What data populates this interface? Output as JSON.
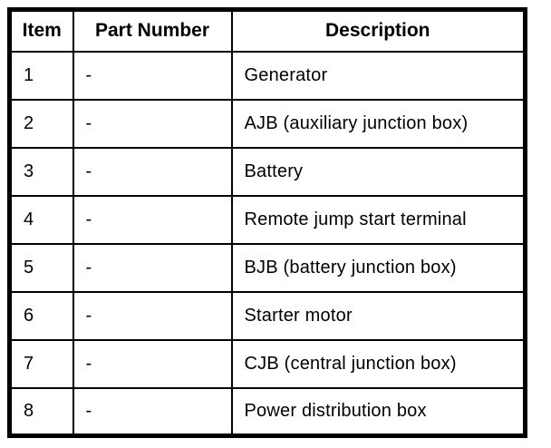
{
  "colors": {
    "background": "#ffffff",
    "border": "#000000",
    "text": "#000000"
  },
  "table": {
    "headers": {
      "item": "Item",
      "part_number": "Part Number",
      "description": "Description"
    },
    "rows": [
      {
        "item": "1",
        "part_number": "-",
        "description": "Generator"
      },
      {
        "item": "2",
        "part_number": "-",
        "description": "AJB (auxiliary junction box)"
      },
      {
        "item": "3",
        "part_number": "-",
        "description": "Battery"
      },
      {
        "item": "4",
        "part_number": "-",
        "description": "Remote jump start terminal"
      },
      {
        "item": "5",
        "part_number": "-",
        "description": "BJB (battery junction box)"
      },
      {
        "item": "6",
        "part_number": "-",
        "description": "Starter motor"
      },
      {
        "item": "7",
        "part_number": "-",
        "description": "CJB (central junction box)"
      },
      {
        "item": "8",
        "part_number": "-",
        "description": "Power distribution box"
      }
    ]
  }
}
